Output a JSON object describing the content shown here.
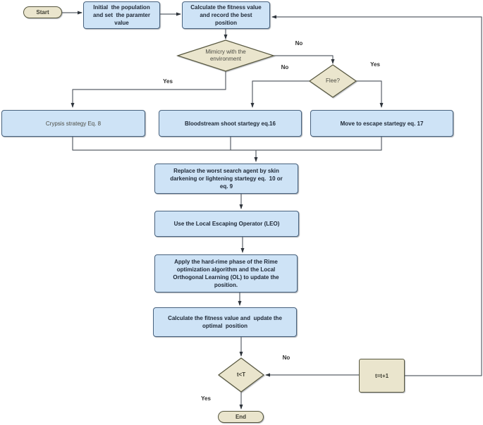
{
  "diagram": {
    "nodes": {
      "start": {
        "type": "terminator",
        "label": "Start"
      },
      "init": {
        "type": "process",
        "label": "Initial  the population\nand set  the paramter\nvalue"
      },
      "calc_fitness": {
        "type": "process",
        "label": "Calculate the fitness value\nand record the best\nposition"
      },
      "mimicry": {
        "type": "decision",
        "label": "Mimicry with the\nenvironment"
      },
      "flee": {
        "type": "decision",
        "label": "Flee?"
      },
      "crypsis": {
        "type": "process",
        "label": "Crypsis strategy Eq. 8"
      },
      "bloodstream": {
        "type": "process",
        "label": "Bloodstream shoot startegy eq.16"
      },
      "move_escape": {
        "type": "process",
        "label": "Move to escape startegy eq. 17"
      },
      "replace": {
        "type": "process",
        "label": "Replace the worst search agent by skin\ndarkening or lightening startegy eq.  10 or\neq. 9"
      },
      "leo": {
        "type": "process",
        "label": "Use the Local Escaping Operator (LEO)"
      },
      "rime": {
        "type": "process",
        "label": "Apply the hard-rime phase of the Rime\noptimization algorithm and the Local\nOrthogonal Learning (OL) to update the\nposition."
      },
      "calc_update": {
        "type": "process",
        "label": "Calculate the fitness value and  update the\noptimal  position"
      },
      "loop_check": {
        "type": "decision",
        "label": "t<T"
      },
      "increment": {
        "type": "process",
        "label": "t=t+1"
      },
      "end": {
        "type": "terminator",
        "label": "End"
      }
    },
    "edge_labels": {
      "mimicry_yes": "Yes",
      "mimicry_no": "No",
      "flee_no": "No",
      "flee_yes": "Yes",
      "loop_no": "No",
      "loop_yes": "Yes"
    },
    "colors": {
      "process_fill": "#cee3f6",
      "process_border": "#47617d",
      "process_text": "#202a38",
      "terminal_fill": "#eae5cd",
      "terminal_border": "#56563e",
      "terminal_text": "#3d3d32",
      "muted_text": "#4c4c44",
      "label_text": "#2e2e2e",
      "wire": "#5a6069",
      "arrow": "#2f353c"
    }
  }
}
